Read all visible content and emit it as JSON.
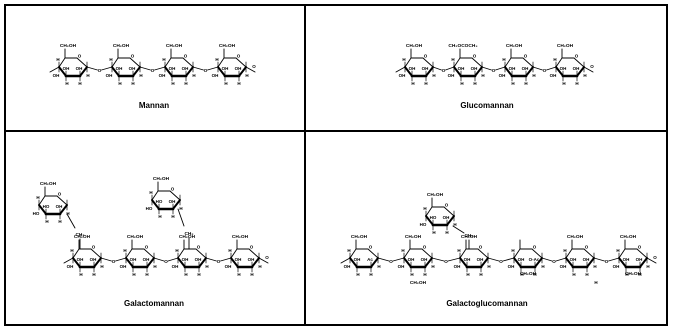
{
  "panels": {
    "mannan": {
      "caption": "Mannan"
    },
    "glucomannan": {
      "caption": "Glucomannan"
    },
    "galactomannan": {
      "caption": "Galactomannan"
    },
    "galactoglucomannan": {
      "caption": "Galactoglucomannan"
    }
  },
  "labels": {
    "ch2oh": "CH₂OH",
    "oh": "OH",
    "ho": "HO",
    "h": "H",
    "o": "O",
    "ch2": "CH₂",
    "ch2ococh3": "CH₂OCOCH₃",
    "oac": "O-Ac",
    "ac": "Ac"
  }
}
